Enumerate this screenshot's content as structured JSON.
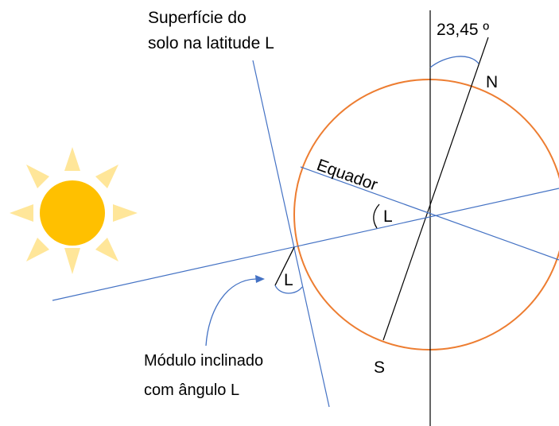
{
  "labels": {
    "surface_line1": "Superfície do",
    "surface_line2": "solo na latitude L",
    "tilt_angle": "23,45 º",
    "north": "N",
    "south": "S",
    "equator": "Equador",
    "lat_angle_center": "L",
    "lat_angle_module": "L",
    "module_line1": "Módulo inclinado",
    "module_line2": "com ângulo L"
  },
  "colors": {
    "earth_outline": "#ED7D31",
    "sun_core": "#FFC000",
    "sun_rays": "#FFE699",
    "blue_lines": "#4472C4",
    "axis_lines": "#000000"
  },
  "values": {
    "earth_axis_tilt_deg": 23.45
  }
}
